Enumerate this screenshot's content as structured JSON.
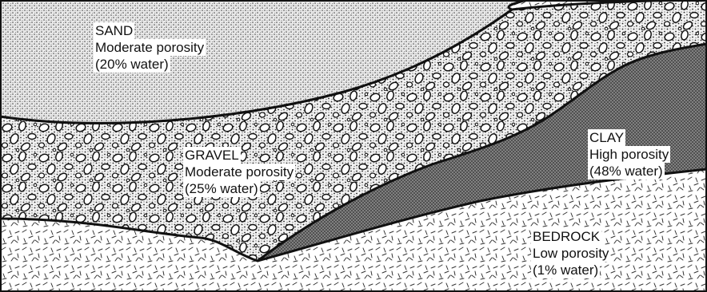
{
  "layers": {
    "sand": {
      "name": "SAND",
      "porosity": "Moderate porosity",
      "water": "(20% water)"
    },
    "gravel": {
      "name": "GRAVEL",
      "porosity": "Moderate porosity",
      "water": "(25% water)"
    },
    "clay": {
      "name": "CLAY",
      "porosity": "High porosity",
      "water": "(48% water)"
    },
    "bedrock": {
      "name": "BEDROCK",
      "porosity": "Low porosity",
      "water": "(1% water)"
    }
  },
  "colors": {
    "ink": "#111111",
    "paper": "#ffffff",
    "clay_fill": "#8a8a8a"
  }
}
